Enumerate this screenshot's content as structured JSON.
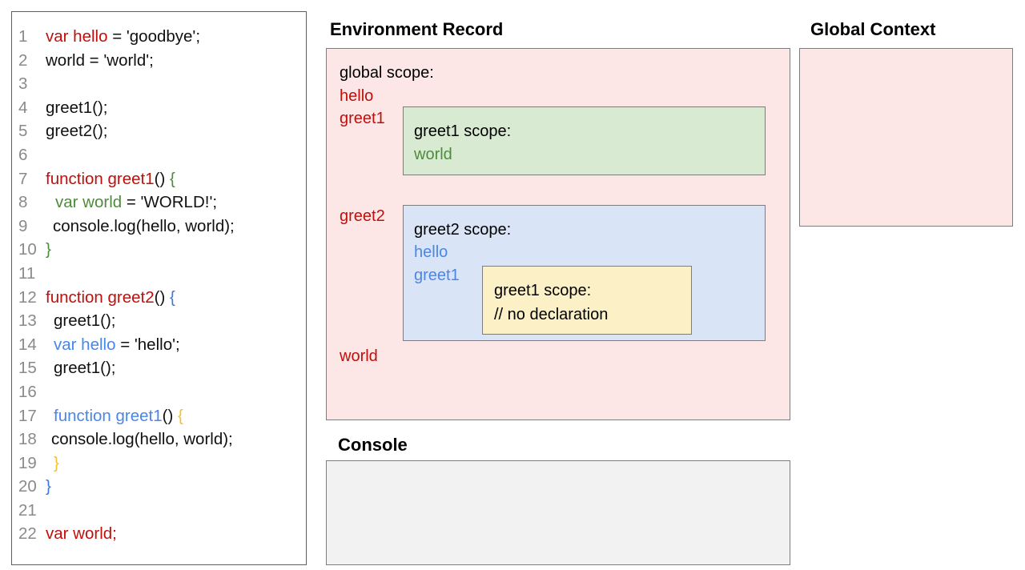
{
  "colors": {
    "ink": "#111111",
    "red": "#c00f0c",
    "green": "#4d8c3c",
    "blue": "#4a86e8",
    "blue_brace": "#3c78d8",
    "yellow": "#f1c232",
    "line_number_gray": "#8a8a8a",
    "pink_fill": "#fce7e6",
    "green_fill": "#d9ead3",
    "blue_fill": "#d9e5f6",
    "yellow_fill": "#fcf0c6",
    "console_fill": "#f2f2f2",
    "box_border": "#7d7d7d"
  },
  "code_panel": {
    "lines": [
      {
        "n": "1",
        "ind": 0,
        "tokens": [
          {
            "t": "var hello",
            "c": "red"
          },
          {
            "t": " = 'goodbye';",
            "c": "ink"
          }
        ]
      },
      {
        "n": "2",
        "ind": 0,
        "tokens": [
          {
            "t": "world = 'world';",
            "c": "ink"
          }
        ]
      },
      {
        "n": "3",
        "ind": 0,
        "tokens": []
      },
      {
        "n": "4",
        "ind": 0,
        "tokens": [
          {
            "t": "greet1();",
            "c": "ink"
          }
        ]
      },
      {
        "n": "5",
        "ind": 0,
        "tokens": [
          {
            "t": "greet2();",
            "c": "ink"
          }
        ]
      },
      {
        "n": "6",
        "ind": 0,
        "tokens": []
      },
      {
        "n": "7",
        "ind": 0,
        "tokens": [
          {
            "t": "function greet1",
            "c": "red"
          },
          {
            "t": "() ",
            "c": "ink"
          },
          {
            "t": "{",
            "c": "green"
          }
        ]
      },
      {
        "n": "8",
        "ind": 12,
        "tokens": [
          {
            "t": "var world",
            "c": "green"
          },
          {
            "t": " = 'WORLD!';",
            "c": "ink"
          }
        ]
      },
      {
        "n": "9",
        "ind": 9,
        "tokens": [
          {
            "t": "console.log(hello, world);",
            "c": "ink"
          }
        ]
      },
      {
        "n": "10",
        "ind": 0,
        "tokens": [
          {
            "t": "}",
            "c": "green"
          }
        ]
      },
      {
        "n": "11",
        "ind": 0,
        "tokens": []
      },
      {
        "n": "12",
        "ind": 0,
        "tokens": [
          {
            "t": "function greet2",
            "c": "red"
          },
          {
            "t": "() ",
            "c": "ink"
          },
          {
            "t": "{",
            "c": "blue_brace"
          }
        ]
      },
      {
        "n": "13",
        "ind": 10,
        "tokens": [
          {
            "t": "greet1();",
            "c": "ink"
          }
        ]
      },
      {
        "n": "14",
        "ind": 10,
        "tokens": [
          {
            "t": "var hello",
            "c": "blue"
          },
          {
            "t": " = 'hello';",
            "c": "ink"
          }
        ]
      },
      {
        "n": "15",
        "ind": 10,
        "tokens": [
          {
            "t": "greet1();",
            "c": "ink"
          }
        ]
      },
      {
        "n": "16",
        "ind": 0,
        "tokens": []
      },
      {
        "n": "17",
        "ind": 10,
        "tokens": [
          {
            "t": "function greet1",
            "c": "blue"
          },
          {
            "t": "() ",
            "c": "ink"
          },
          {
            "t": "{",
            "c": "yellow"
          }
        ]
      },
      {
        "n": "18",
        "ind": 7,
        "tokens": [
          {
            "t": "console.log(hello, world);",
            "c": "ink"
          }
        ]
      },
      {
        "n": "19",
        "ind": 10,
        "tokens": [
          {
            "t": "}",
            "c": "yellow"
          }
        ]
      },
      {
        "n": "20",
        "ind": 0,
        "tokens": [
          {
            "t": "}",
            "c": "blue_brace"
          }
        ]
      },
      {
        "n": "21",
        "ind": 0,
        "tokens": []
      },
      {
        "n": "22",
        "ind": 0,
        "tokens": [
          {
            "t": "var world;",
            "c": "red"
          }
        ]
      }
    ]
  },
  "env_record": {
    "heading": "Environment Record",
    "global_scope": {
      "label": "global scope:",
      "hello": "hello",
      "greet1": "greet1",
      "greet2": "greet2",
      "world": "world"
    },
    "greet1_scope": {
      "label": "greet1 scope:",
      "world": "world"
    },
    "greet2_scope": {
      "label": "greet2 scope:",
      "hello": "hello",
      "greet1": "greet1"
    },
    "inner_greet1_scope": {
      "label": "greet1 scope:",
      "comment": "// no declaration"
    }
  },
  "global_context": {
    "heading": "Global Context"
  },
  "console_panel": {
    "heading": "Console"
  }
}
